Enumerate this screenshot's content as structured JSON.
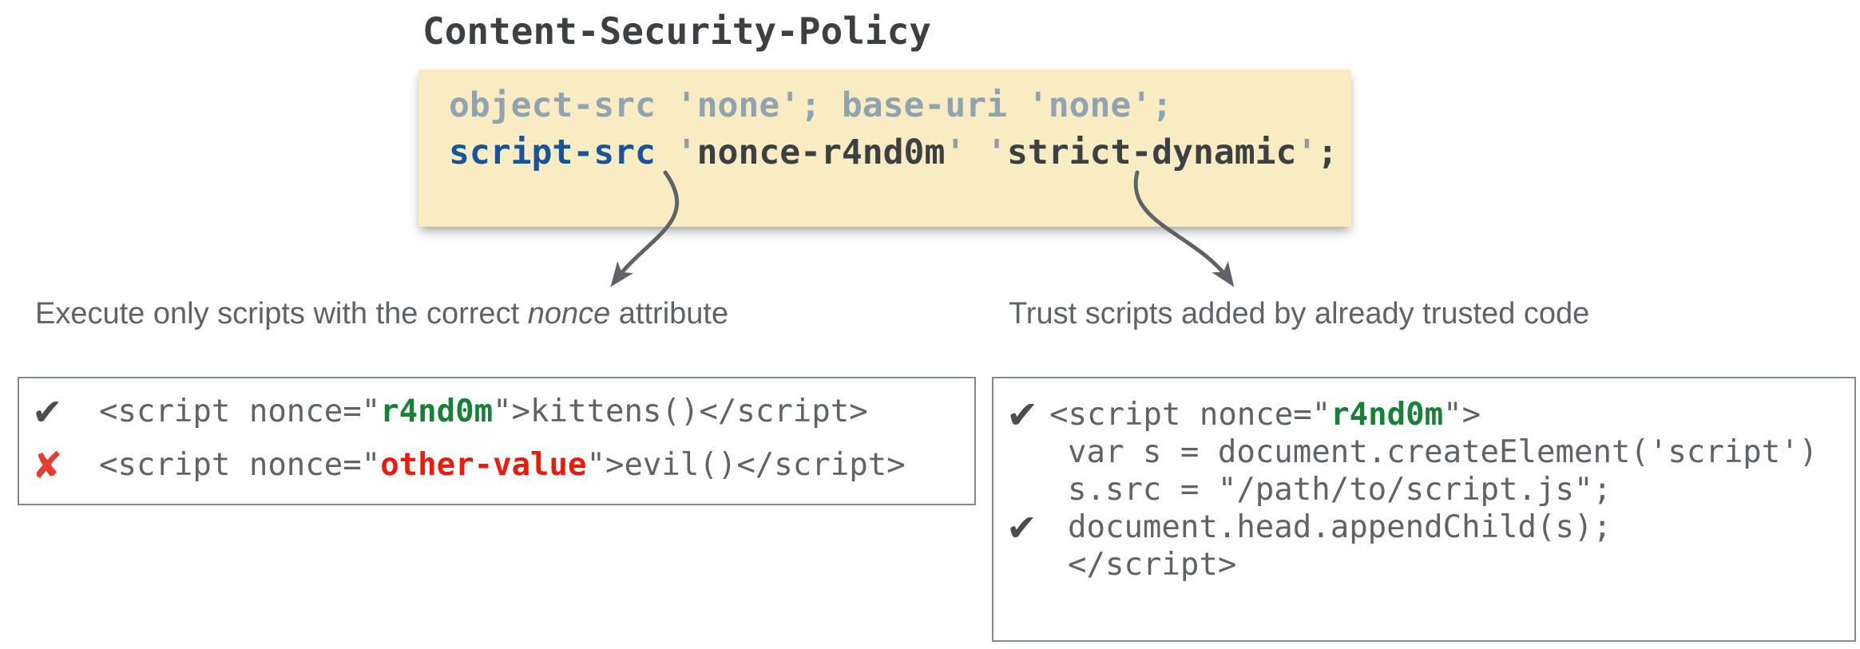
{
  "colors": {
    "policy_bg": "#faecc2",
    "directive_blue": "#17549b",
    "muted_blue_gray": "#8fa3b0",
    "code_gray": "#5f6368",
    "ok_green": "#188038",
    "bad_red": "#ea1b0c",
    "check_gray": "#4a4d50",
    "cross_red": "#e43d31",
    "title_gray": "#3c4043"
  },
  "header": {
    "title": "Content-Security-Policy"
  },
  "policy_box": {
    "line1_text": "object-src 'none'; base-uri 'none';",
    "line2": {
      "directive": "script-src",
      "sp1": " ",
      "q1": "'",
      "v1": "nonce-r4nd0m",
      "qmid": "' '",
      "v2": "strict-dynamic",
      "q2": "'",
      "semi": ";"
    }
  },
  "annotations": {
    "left": {
      "pre": "Execute only scripts with the correct ",
      "em": "nonce",
      "post": " attribute"
    },
    "right": {
      "text": "Trust scripts added by already trusted code"
    }
  },
  "icons": {
    "check": "✔",
    "cross": "✘"
  },
  "left_box": {
    "rows": [
      {
        "mark": "check",
        "pre": "<script nonce=\"",
        "value": "r4nd0m",
        "post": "\">kittens()</script>"
      },
      {
        "mark": "cross",
        "pre": "<script nonce=\"",
        "value": "other-value",
        "post": "\">evil()</script>"
      }
    ]
  },
  "right_box": {
    "rows": [
      {
        "mark": "check",
        "pre": "<script nonce=\"",
        "value": "r4nd0m",
        "post": "\">"
      },
      {
        "pre": "var s = document.createElement('script')"
      },
      {
        "pre": "s.src = \"/path/to/script.js\";"
      },
      {
        "mark": "check",
        "pre": "document.head.appendChild(s);"
      },
      {
        "pre": "</script>"
      }
    ]
  }
}
